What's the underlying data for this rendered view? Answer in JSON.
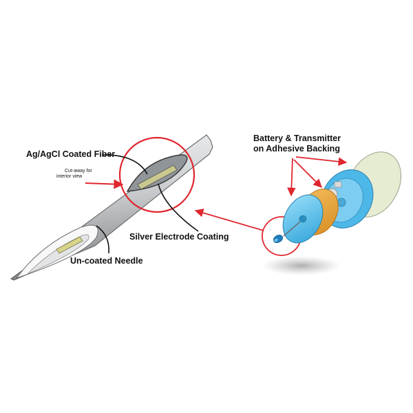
{
  "labels": {
    "fiber": "Ag/AgCl Coated Fiber",
    "cutaway_line1": "Cut-away for",
    "cutaway_line2": "interior view",
    "coating": "Silver Electrode Coating",
    "needle": "Un-coated Needle",
    "battery_line1": "Battery & Transmitter",
    "battery_line2": "on Adhesive Backing"
  },
  "colors": {
    "callout_red": "#e0262e",
    "device_blue": "#4db8e8",
    "device_orange": "#e8a23a",
    "backing": "#e6ecd2",
    "needle_grey": "#bfc3c6"
  }
}
